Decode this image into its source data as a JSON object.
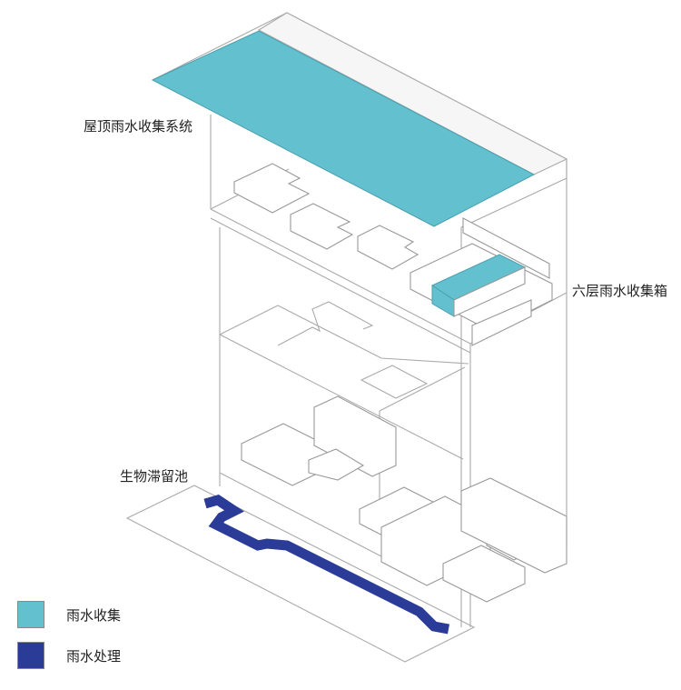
{
  "labels": {
    "roof": "屋顶雨水收集系统",
    "sixth_floor": "六层雨水收集箱",
    "bioretention": "生物滞留池"
  },
  "legend": [
    {
      "label": "雨水收集",
      "color": "#63c1cf"
    },
    {
      "label": "雨水处理",
      "color": "#2b3b98"
    }
  ]
}
